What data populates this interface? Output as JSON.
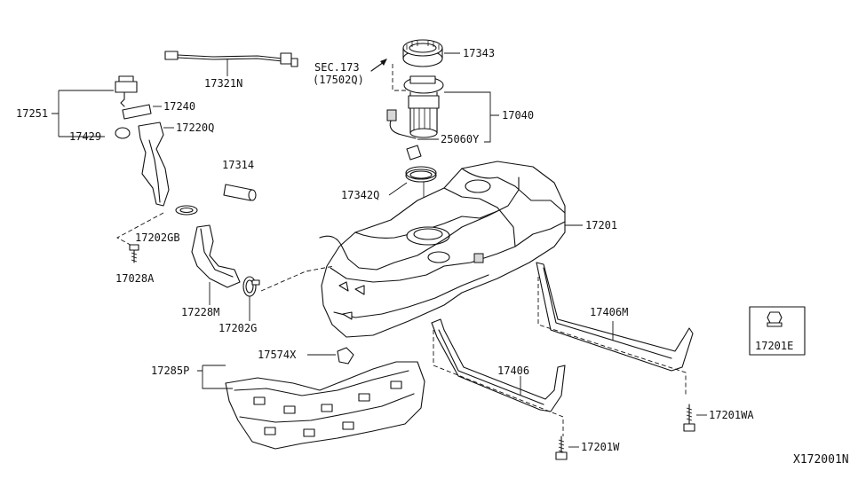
{
  "labels": {
    "p17343": "17343",
    "p17321N": "17321N",
    "sec173": "SEC.173",
    "sec17502Q": "(17502Q)",
    "p17251": "17251",
    "p17240": "17240",
    "p17429": "17429",
    "p17220Q": "17220Q",
    "p17040": "17040",
    "p25060Y": "25060Y",
    "p17314": "17314",
    "p17342Q": "17342Q",
    "p17201": "17201",
    "p17202GB": "17202GB",
    "p17028A": "17028A",
    "p17228M": "17228M",
    "p17202G": "17202G",
    "p17406M": "17406M",
    "p17201E": "17201E",
    "p17574X": "17574X",
    "p17285P": "17285P",
    "p17406": "17406",
    "p17201WA": "17201WA",
    "p17201W": "17201W",
    "diagramCode": "X172001N"
  }
}
